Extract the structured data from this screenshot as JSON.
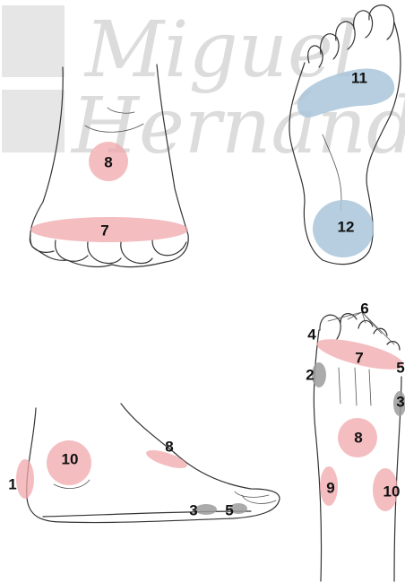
{
  "watermark": {
    "line1": "Miguel",
    "line2": "Hernández"
  },
  "labels": {
    "z1": "1",
    "z2": "2",
    "z3a": "3",
    "z3b": "3",
    "z4": "4",
    "z5a": "5",
    "z5b": "5",
    "z6": "6",
    "z7a": "7",
    "z7b": "7",
    "z8a": "8",
    "z8b": "8",
    "z8c": "8",
    "z9": "9",
    "z10a": "10",
    "z10b": "10",
    "z11": "11",
    "z12": "12"
  },
  "colors": {
    "pressure_red": "#f0a7ab",
    "pressure_blue": "#a9c6d9",
    "pressure_grey": "#9c9c9c",
    "line": "#333333"
  }
}
